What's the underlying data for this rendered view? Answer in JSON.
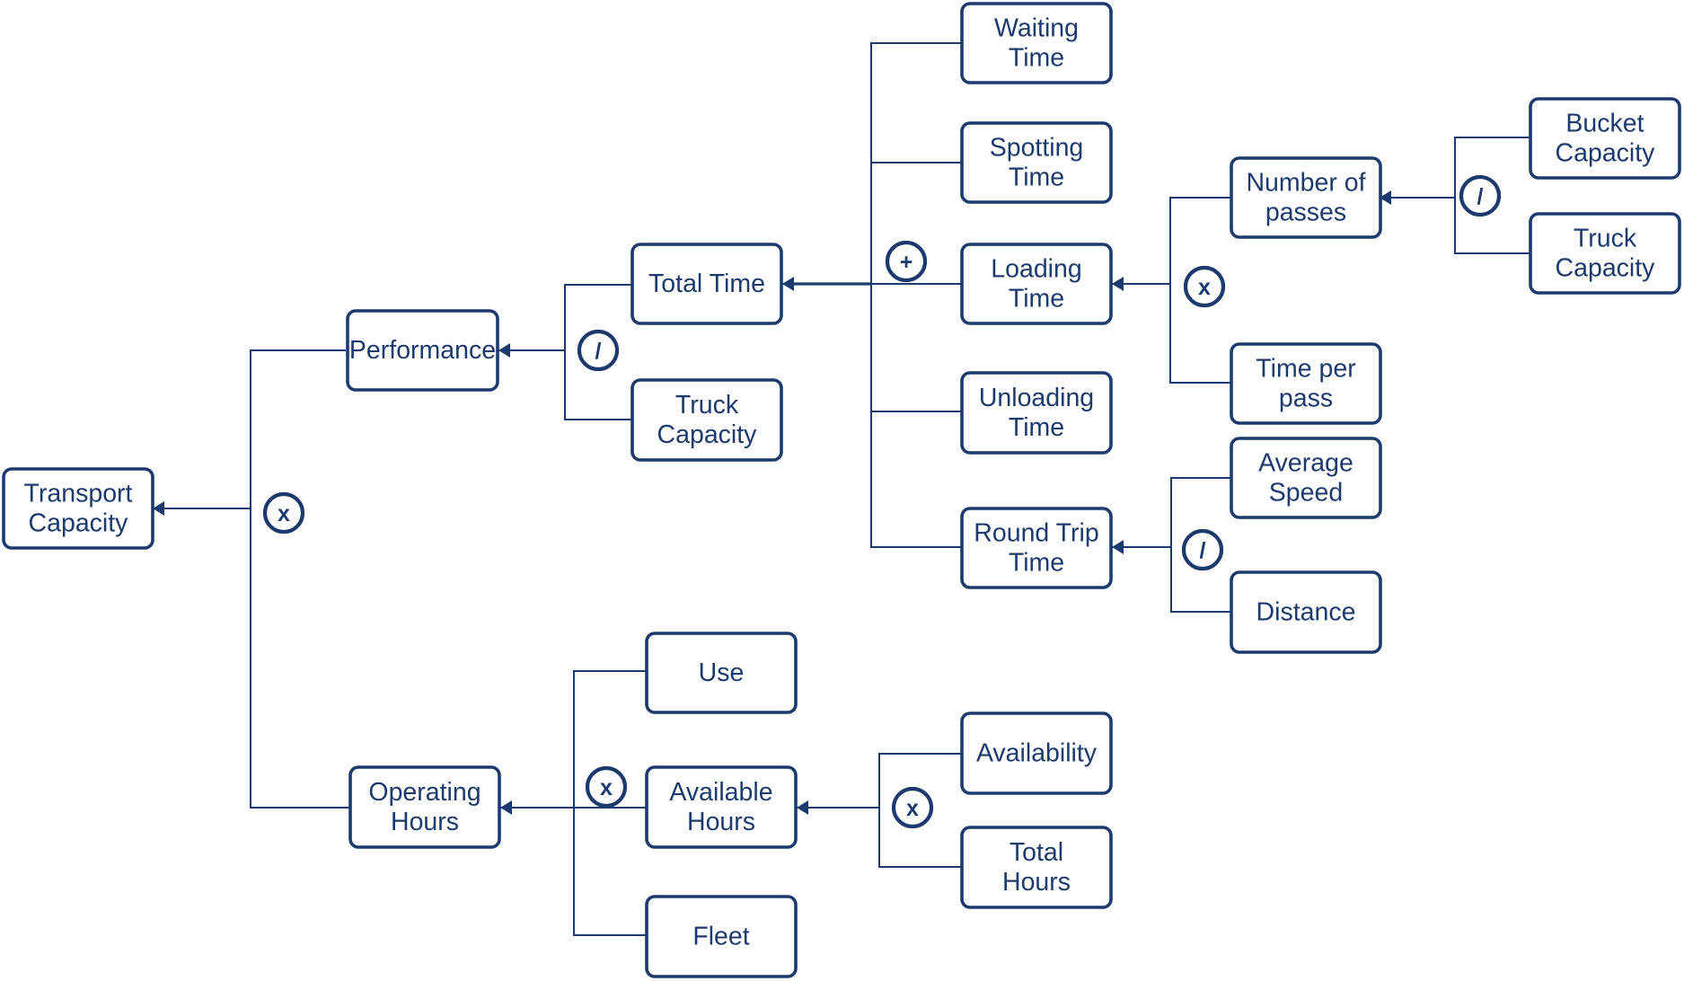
{
  "colors": {
    "stroke": "#1d3a6e",
    "fill": "#ffffff",
    "text": "#1d3a6e"
  },
  "nodes": {
    "transport_capacity": [
      "Transport",
      "Capacity"
    ],
    "performance": [
      "Performance"
    ],
    "operating_hours": [
      "Operating",
      "Hours"
    ],
    "total_time": [
      "Total Time"
    ],
    "truck_capacity_1": [
      "Truck",
      "Capacity"
    ],
    "waiting_time": [
      "Waiting",
      "Time"
    ],
    "spotting_time": [
      "Spotting",
      "Time"
    ],
    "loading_time": [
      "Loading",
      "Time"
    ],
    "unloading_time": [
      "Unloading",
      "Time"
    ],
    "round_trip_time": [
      "Round Trip",
      "Time"
    ],
    "number_of_passes": [
      "Number of",
      "passes"
    ],
    "time_per_pass": [
      "Time per",
      "pass"
    ],
    "bucket_capacity": [
      "Bucket",
      "Capacity"
    ],
    "truck_capacity_2": [
      "Truck",
      "Capacity"
    ],
    "average_speed": [
      "Average",
      "Speed"
    ],
    "distance": [
      "Distance"
    ],
    "use": [
      "Use"
    ],
    "available_hours": [
      "Available",
      "Hours"
    ],
    "fleet": [
      "Fleet"
    ],
    "availability": [
      "Availability"
    ],
    "total_hours": [
      "Total",
      "Hours"
    ]
  },
  "operators": {
    "op_transport": "x",
    "op_performance": "/",
    "op_total_time": "+",
    "op_loading": "x",
    "op_passes": "/",
    "op_round_trip": "/",
    "op_operating_hours": "x",
    "op_available_hours": "x"
  }
}
